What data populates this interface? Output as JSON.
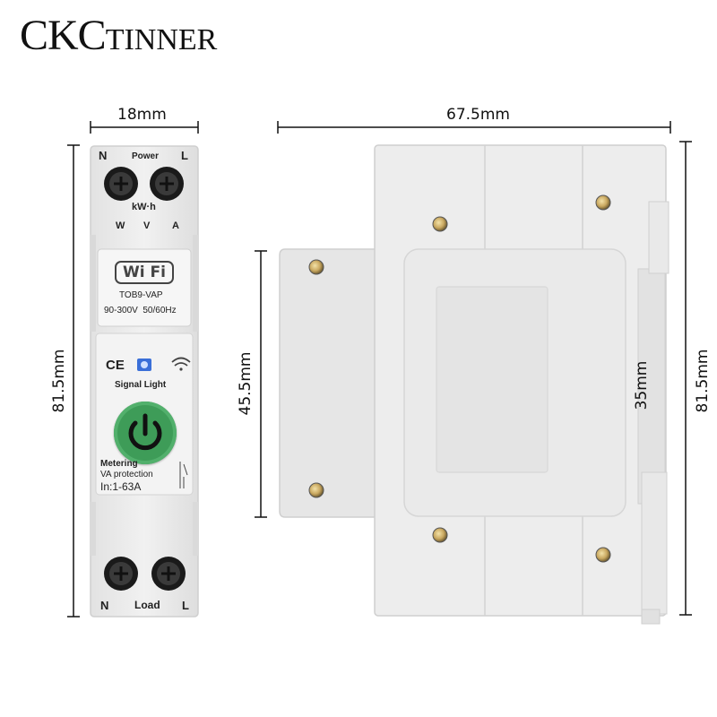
{
  "brand": {
    "initials": "CKC",
    "rest": "TINNER"
  },
  "dimensions": {
    "front_width": "18mm",
    "front_height": "81.5mm",
    "side_width": "67.5mm",
    "side_left_height": "45.5mm",
    "side_rail_height": "35mm",
    "side_right_height": "81.5mm"
  },
  "device": {
    "top_left_terminal": "N",
    "top_label": "Power",
    "top_right_terminal": "L",
    "unit": "kW·h",
    "indicators": [
      "W",
      "V",
      "A"
    ],
    "wifi_logo": "Wi Fi",
    "model": "TOB9-VAP",
    "rating": "90-300V  50/60Hz",
    "ce_mark": "CE",
    "signal_label": "Signal Light",
    "function_1": "Metering",
    "function_2": "VA protection",
    "current": "In:1-63A",
    "bottom_left_terminal": "N",
    "bottom_label": "Load",
    "bottom_right_terminal": "L"
  },
  "colors": {
    "housing": "#ececec",
    "housing_edge": "#d2d2d2",
    "power_button": "#3e9c58",
    "screw": "#c9b27a",
    "signal_led": "#3a6fd8"
  }
}
